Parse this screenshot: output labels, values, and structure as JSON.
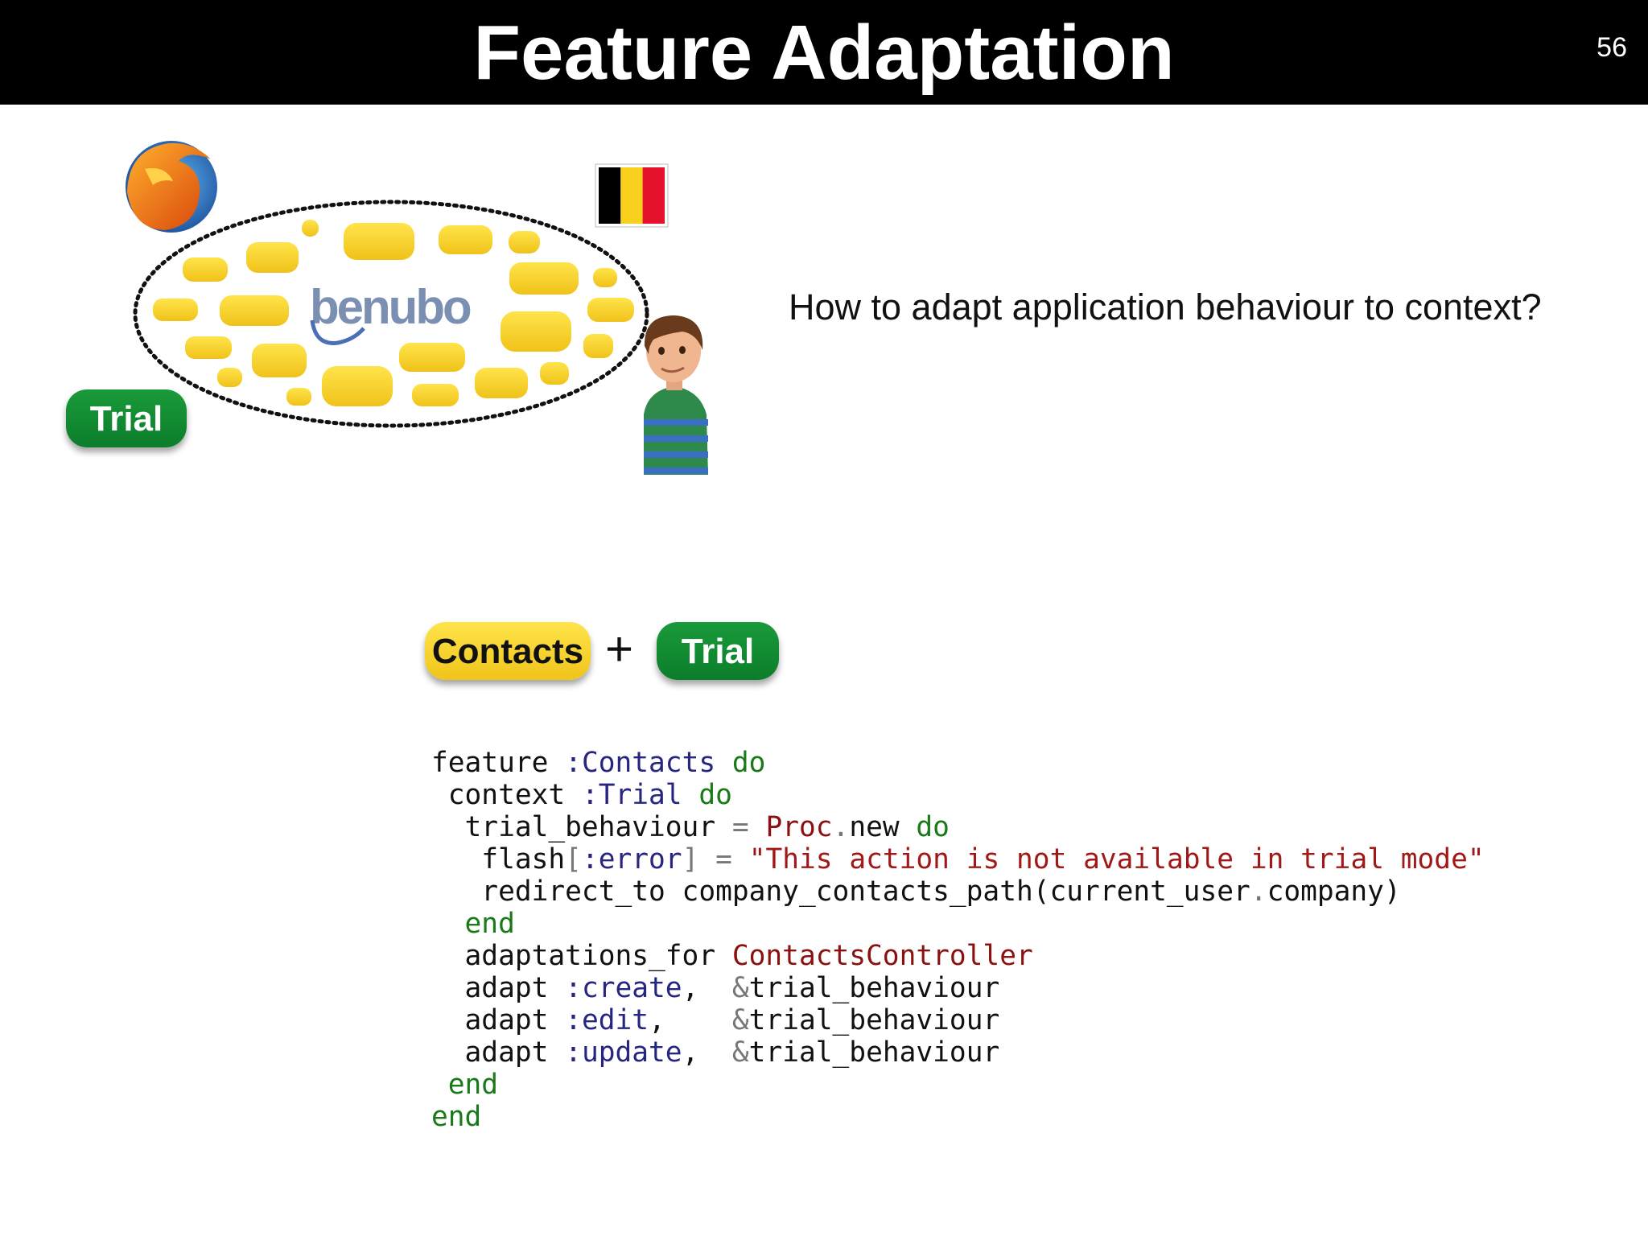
{
  "slide": {
    "title": "Feature Adaptation",
    "page_number": "56",
    "question": "How to adapt application behaviour to context?"
  },
  "diagram": {
    "logo_text": "benubo",
    "trial_badge": "Trial",
    "icons": [
      "firefox-icon",
      "belgium-flag-icon",
      "user-avatar-icon"
    ]
  },
  "equation": {
    "feature_label": "Contacts",
    "plus": "+",
    "context_label": "Trial"
  },
  "code": {
    "l1": {
      "a": "feature ",
      "b": ":Contacts",
      "c": " do"
    },
    "l2": {
      "a": " context ",
      "b": ":Trial",
      "c": " do"
    },
    "l3": {
      "a": "  trial_behaviour ",
      "b": "=",
      "c": " ",
      "d": "Proc",
      "e": ".",
      "f": "new ",
      "g": "do"
    },
    "l4": {
      "a": "   flash",
      "b": "[",
      "c": ":error",
      "d": "]",
      "e": " ",
      "f": "=",
      "g": " ",
      "h": "\"This action is not available in trial mode\""
    },
    "l5": {
      "a": "   redirect_to company_contacts_path(current_user",
      "b": ".",
      "c": "company)"
    },
    "l6": {
      "a": "  end"
    },
    "l7": {
      "a": "  adaptations_for ",
      "b": "ContactsController"
    },
    "l8": {
      "a": "  adapt ",
      "b": ":create",
      "c": ",  ",
      "d": "&",
      "e": "trial_behaviour"
    },
    "l9": {
      "a": "  adapt ",
      "b": ":edit",
      "c": ",    ",
      "d": "&",
      "e": "trial_behaviour"
    },
    "l10": {
      "a": "  adapt ",
      "b": ":update",
      "c": ",  ",
      "d": "&",
      "e": "trial_behaviour"
    },
    "l11": {
      "a": " end"
    },
    "l12": {
      "a": "end"
    }
  }
}
